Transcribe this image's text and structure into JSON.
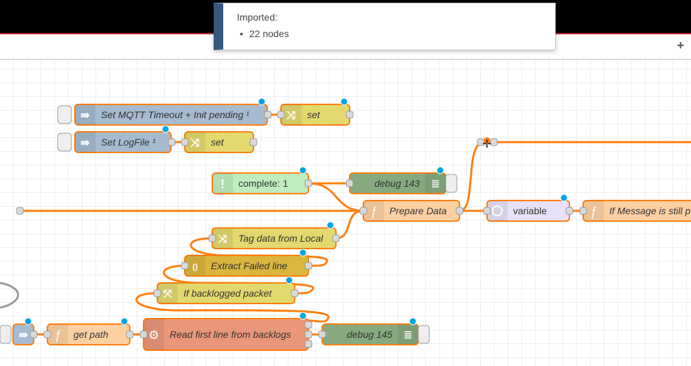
{
  "notification": {
    "title": "Imported:",
    "items": [
      "22 nodes"
    ]
  },
  "tabbar": {
    "add_symbol": "+"
  },
  "nodes": {
    "n1": "Set MQTT Timeout + Init pending ¹",
    "n2": "set",
    "n3": "Set LogFile ¹",
    "n4": "set",
    "n5": "complete: 1",
    "n6": "debug 143",
    "n7": "Prepare Data",
    "n8": "variable",
    "n9": "If Message is still p",
    "n10": "Tag data from Local",
    "n11": "Extract Failed line",
    "n12": "If backlogged packet",
    "n13": "get path",
    "n14": "Read first line from backlogs",
    "n15": "debug 145"
  },
  "colors": {
    "wire": "#ff7f0e",
    "selected_border": "#ff7f0e",
    "inject": "#a6bbcf",
    "change": "#e2d96e",
    "complete": "#c0edc0",
    "debug": "#87a980",
    "function": "#fdd0a2",
    "delay": "#e6e0f8",
    "template": "#dab63e",
    "exec": "#e9967a",
    "changed_dot": "#00a5e0"
  }
}
